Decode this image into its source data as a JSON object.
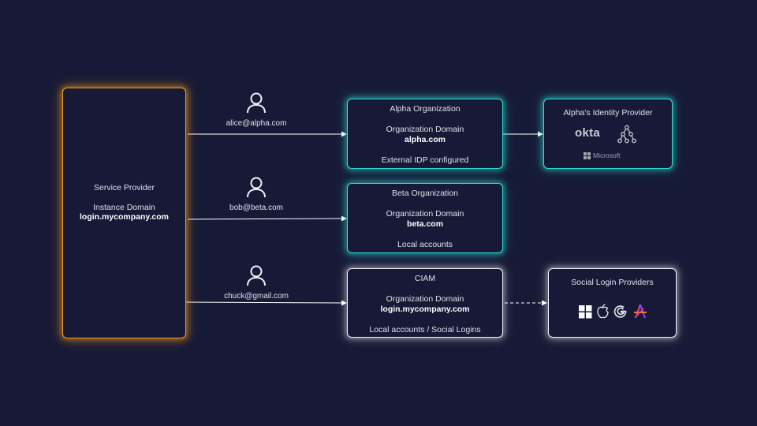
{
  "service_provider": {
    "title": "Service Provider",
    "domain_label": "Instance Domain",
    "domain": "login.mycompany.com"
  },
  "users": [
    {
      "email": "alice@alpha.com"
    },
    {
      "email": "bob@beta.com"
    },
    {
      "email": "chuck@gmail.com"
    }
  ],
  "organizations": [
    {
      "title": "Alpha Organization",
      "domain_label": "Organization Domain",
      "domain": "alpha.com",
      "note": "External IDP configured"
    },
    {
      "title": "Beta Organization",
      "domain_label": "Organization Domain",
      "domain": "beta.com",
      "note": "Local accounts"
    },
    {
      "title": "CIAM",
      "domain_label": "Organization Domain",
      "domain": "login.mycompany.com",
      "note": "Local accounts / Social Logins"
    }
  ],
  "alpha_idp": {
    "title": "Alpha's Identity Provider",
    "logos": {
      "okta": "okta",
      "microsoft": "Microsoft"
    }
  },
  "social_providers": {
    "title": "Social  Login Providers",
    "icons": [
      "windows-icon",
      "apple-icon",
      "google-icon",
      "social-provider-icon"
    ]
  },
  "colors": {
    "background": "#171a36",
    "service_provider_border": "#f29a1b",
    "organization_border": "#2fe0d4",
    "ciam_border": "#f2f2f6"
  }
}
